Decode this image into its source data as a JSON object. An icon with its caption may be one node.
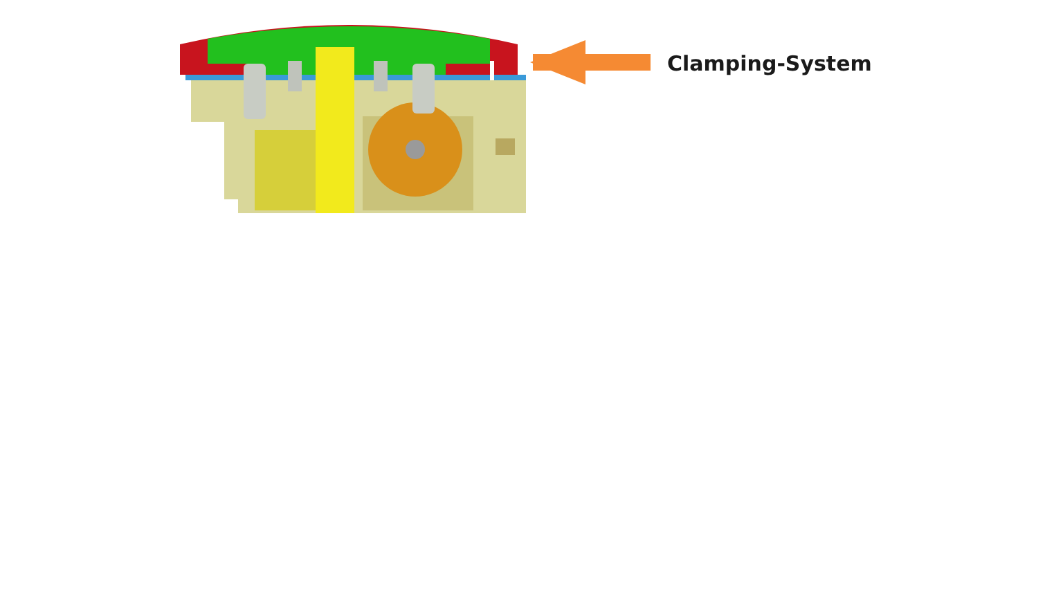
{
  "diagram": {
    "nodes": [
      {
        "text": [
          "Clamping-System"
        ]
      },
      {
        "text": [],
        "shape": "picture"
      }
    ],
    "edges": [
      {
        "from": 0,
        "to": 1,
        "arrow": "to",
        "color": "#f58a33"
      }
    ]
  }
}
